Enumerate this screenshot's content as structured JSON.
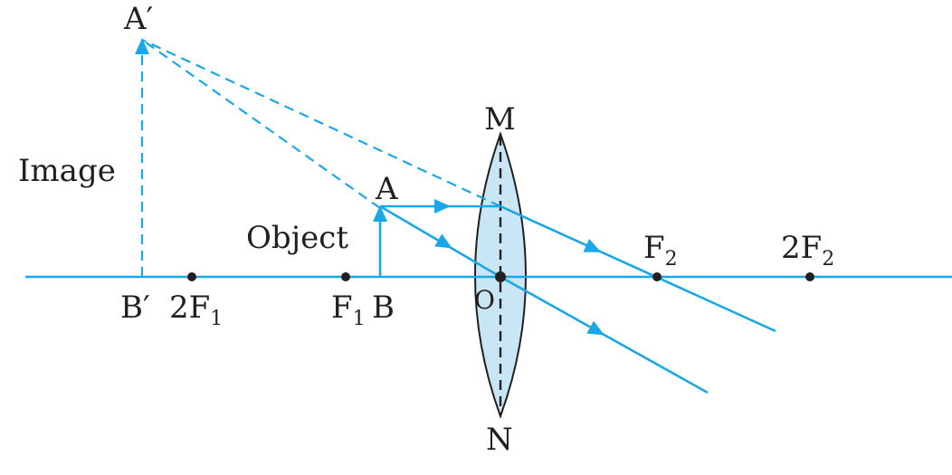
{
  "labels": {
    "image_top": "A′",
    "image_base": "B′",
    "image_word": "Image",
    "object_word": "Object",
    "object_top": "A",
    "object_base": "B",
    "focus_1": "F",
    "focus_1_sub": "1",
    "twice_focus_1": "2F",
    "twice_focus_1_sub": "1",
    "focus_2": "F",
    "focus_2_sub": "2",
    "twice_focus_2": "2F",
    "twice_focus_2_sub": "2",
    "optical_centre": "O",
    "lens_top": "M",
    "lens_bottom": "N"
  },
  "colors": {
    "ray": "#1aa7e8",
    "lens_fill": "#c9e6f6",
    "lens_stroke": "#231f20",
    "text": "#231f20"
  }
}
